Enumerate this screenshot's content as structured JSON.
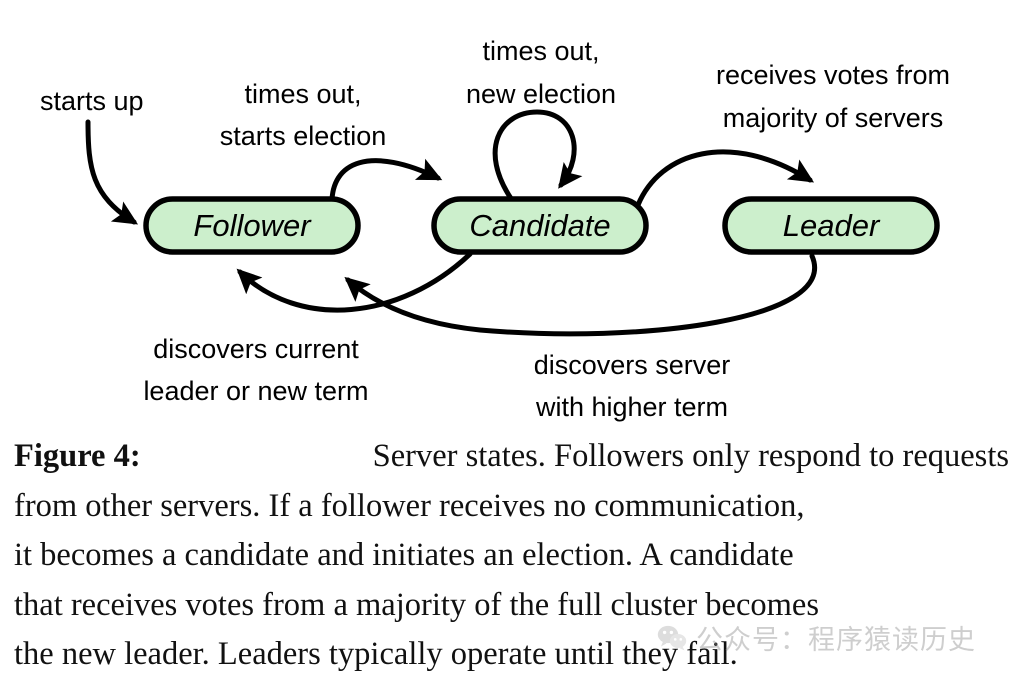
{
  "figure": {
    "states": [
      {
        "id": "follower",
        "label": "Follower"
      },
      {
        "id": "candidate",
        "label": "Candidate"
      },
      {
        "id": "leader",
        "label": "Leader"
      }
    ],
    "edge_labels": {
      "starts_up": "starts up",
      "times_out_starts_election_l1": "times out,",
      "times_out_starts_election_l2": "starts election",
      "times_out_new_election_l1": "times out,",
      "times_out_new_election_l2": "new election",
      "receives_votes_l1": "receives votes from",
      "receives_votes_l2": "majority of servers",
      "discovers_current_leader_l1": "discovers current",
      "discovers_current_leader_l2": "leader or new term",
      "discovers_higher_term_l1": "discovers server",
      "discovers_higher_term_l2": "with higher term"
    },
    "colors": {
      "state_fill": "#CCEFCC",
      "stroke": "#000000",
      "background": "#FFFFFF"
    }
  },
  "caption": {
    "figure_number": "Figure 4:",
    "lines": [
      "Server states. Followers only respond to requests",
      "from other servers. If a follower receives no communication,",
      "it becomes a candidate and initiates an election. A candidate",
      "that receives votes from a majority of the full cluster becomes",
      "the new leader. Leaders typically operate until they fail."
    ]
  },
  "watermark": {
    "text": "公众号：程序猿读历史"
  }
}
